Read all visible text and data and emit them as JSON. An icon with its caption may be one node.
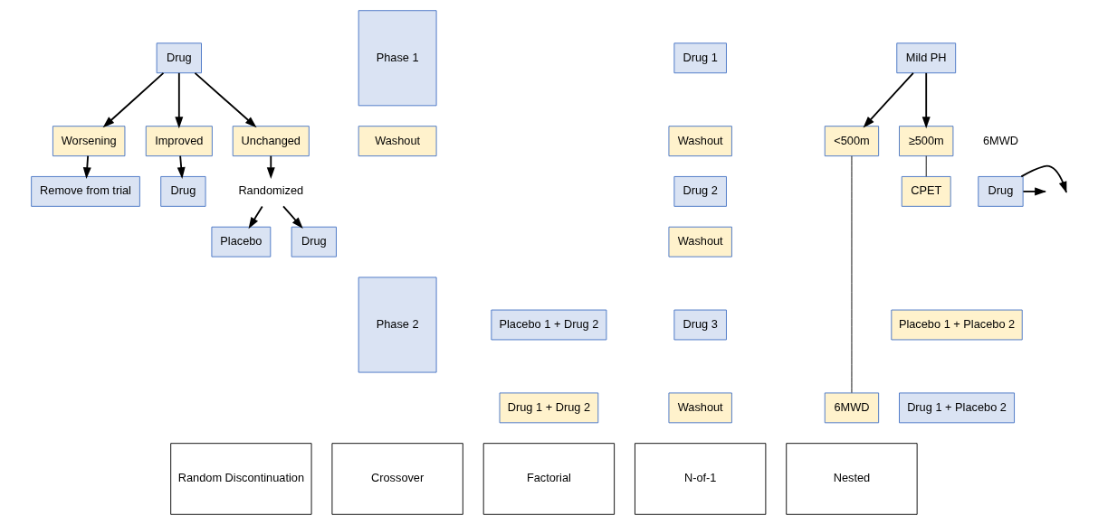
{
  "diagram": {
    "nodes": [
      {
        "text": [
          "Drug"
        ]
      },
      {
        "text": [
          "Worsening"
        ]
      },
      {
        "text": [
          "Improved"
        ]
      },
      {
        "text": [
          "Remove from trial"
        ]
      },
      {
        "text": [
          "Drug"
        ]
      },
      {
        "text": [
          "Unchanged"
        ]
      },
      {
        "text": [
          "Randomized"
        ]
      },
      {
        "text": [
          "Placebo"
        ]
      },
      {
        "text": [
          "Drug"
        ]
      },
      {
        "text": [
          "Phase 1"
        ]
      },
      {
        "text": [
          "Washout"
        ]
      },
      {
        "text": [
          "Phase 2"
        ]
      },
      {
        "text": [
          "Placebo 1 + Placebo 2"
        ]
      },
      {
        "text": [
          "Placebo 1 + Drug 2"
        ]
      },
      {
        "text": [
          "Drug 1 + Placebo 2"
        ]
      },
      {
        "text": [
          "Drug 1 + Drug 2"
        ]
      },
      {
        "text": [
          "Drug 1"
        ]
      },
      {
        "text": [
          "Washout"
        ]
      },
      {
        "text": [
          "Drug 2"
        ]
      },
      {
        "text": [
          "Washout"
        ]
      },
      {
        "text": [
          "Drug 3"
        ]
      },
      {
        "text": [
          "Washout"
        ]
      },
      {
        "text": [
          "Mild PH"
        ]
      },
      {
        "text": [
          "<500m"
        ]
      },
      {
        "text": [
          "≥500m"
        ]
      },
      {
        "text": [
          "Drug"
        ]
      },
      {
        "text": [
          "6MWD"
        ]
      },
      {
        "text": [
          "CPET"
        ]
      },
      {
        "text": [
          "Random Discontinuation"
        ]
      },
      {
        "text": [
          "Crossover"
        ]
      },
      {
        "text": [
          "Factorial"
        ]
      },
      {
        "text": [
          "N-of-1"
        ]
      },
      {
        "text": [
          "Nested"
        ]
      }
    ],
    "edges": [
      {
        "from": 0,
        "to": 1,
        "arrow": "to"
      },
      {
        "from": 0,
        "to": 2,
        "arrow": "to"
      },
      {
        "from": 0,
        "to": 5,
        "arrow": "to"
      },
      {
        "from": 1,
        "to": 3,
        "arrow": "to"
      },
      {
        "from": 2,
        "to": 4,
        "arrow": "to"
      },
      {
        "from": 5,
        "to": 6,
        "arrow": "to"
      },
      {
        "from": 6,
        "to": 7,
        "arrow": "to"
      },
      {
        "from": 6,
        "to": 8,
        "arrow": "to"
      },
      {
        "from": 22,
        "to": 23,
        "arrow": "to"
      },
      {
        "from": 22,
        "to": 24,
        "arrow": "to"
      },
      {
        "from": 23,
        "to": 26,
        "arrow": "none"
      },
      {
        "from": 24,
        "to": 27,
        "arrow": "none"
      },
      {
        "from": 25,
        "to": null,
        "arrow": "to"
      },
      {
        "from": 25,
        "to": null,
        "arrow": "to"
      }
    ],
    "labels": [
      "6MWD"
    ]
  }
}
